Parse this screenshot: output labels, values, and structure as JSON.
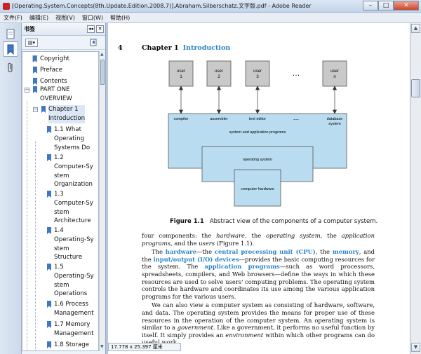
{
  "window": {
    "title": "[Operating.System.Concepts(8th.Update.Edition.2008.7)].Abraham.Silberschatz.文字版.pdf - Adobe Reader",
    "minimize": "–",
    "maximize": "□",
    "close": "✕"
  },
  "menu": [
    "文件(F)",
    "编辑(E)",
    "视图(V)",
    "窗口(W)",
    "帮助(H)"
  ],
  "panel": {
    "title": "书签",
    "collapse_glyph": "◂◂",
    "close_glyph": "✕",
    "options_glyph": "▤▾"
  },
  "bookmarks": [
    {
      "label": "Copyright"
    },
    {
      "label": "Preface"
    },
    {
      "label": "Contents"
    },
    {
      "label": "PART ONE OVERVIEW",
      "line1": "PART ONE",
      "line2": "OVERVIEW"
    },
    {
      "label": "Chapter 1 Introduction",
      "line1": "Chapter 1",
      "line2": "Introduction"
    },
    {
      "label": "1.1 What Operating Systems Do",
      "line1": "1.1 What",
      "line2": "Operating",
      "line3": "Systems Do"
    },
    {
      "label": "1.2 Computer-System Organization",
      "line1": "1.2",
      "line2": "Computer-Sy",
      "line3": "stem",
      "line4": "Organization"
    },
    {
      "label": "1.3 Computer-System Architecture",
      "line1": "1.3",
      "line2": "Computer-Sy",
      "line3": "stem",
      "line4": "Architecture"
    },
    {
      "label": "1.4 Operating-System Structure",
      "line1": "1.4",
      "line2": "Operating-Sy",
      "line3": "stem",
      "line4": "Structure"
    },
    {
      "label": "1.5 Operating-System Operations",
      "line1": "1.5",
      "line2": "Operating-Sy",
      "line3": "stem",
      "line4": "Operations"
    },
    {
      "label": "1.6 Process Management",
      "line1": "1.6 Process",
      "line2": "Management"
    },
    {
      "label": "1.7 Memory Management",
      "line1": "1.7 Memory",
      "line2": "Management"
    },
    {
      "label": "1.8 Storage",
      "line1": "1.8 Storage"
    }
  ],
  "document": {
    "page_number": "4",
    "chapter_label": "Chapter 1",
    "chapter_title": "Introduction",
    "figure": {
      "users": [
        {
          "top": "user",
          "num": "1"
        },
        {
          "top": "user",
          "num": "2"
        },
        {
          "top": "user",
          "num": "3"
        },
        {
          "top": "user",
          "num": "n"
        }
      ],
      "ellipsis": "…",
      "programs": [
        "compiler",
        "assembler",
        "text editor",
        "database",
        "system"
      ],
      "system_programs_label": "system and application programs",
      "os_label": "operating system",
      "hardware_label": "computer hardware",
      "caption_label": "Figure 1.1",
      "caption_text": "Abstract view of the components of a computer system."
    },
    "text": {
      "p1_a": "four components: the ",
      "p1_hw": "hardware",
      "p1_b": ", the ",
      "p1_os": "operating system",
      "p1_c": ", the ",
      "p1_ap": "application programs",
      "p1_d": ", and the ",
      "p1_us": "users",
      "p1_e": " (Figure 1.1).",
      "p2_a": "The ",
      "p2_hardware": "hardware",
      "p2_b": "—the ",
      "p2_cpu": "central processing unit (CPU)",
      "p2_c": ", the ",
      "p2_mem": "memory",
      "p2_d": ", and the ",
      "p2_io": "input/output (I/O) devices",
      "p2_e": "—provides the basic computing resources for the system. The ",
      "p2_apps": "application programs",
      "p2_f": "—such as word processors, spreadsheets, compilers, and Web browsers—define the ways in which these resources are used to solve users' computing problems. The operating system controls the hardware and coordinates its use among the various application programs for the various users.",
      "p3_a": "We can also view a computer system as consisting of hardware, software, and data. The operating system provides the means for proper use of these resources in the operation of the computer system. An operating system is similar to a ",
      "p3_gov": "government",
      "p3_b": ". Like a government, it performs no useful function by itself. It simply provides an ",
      "p3_env": "environment",
      "p3_c": " within which other programs can do useful work."
    },
    "page_size": "17.778 x 25.397 厘米"
  },
  "colors": {
    "accent": "#2a84c6",
    "user_box": "#c9c9c9",
    "layer_fill": "#b9dcf0"
  }
}
